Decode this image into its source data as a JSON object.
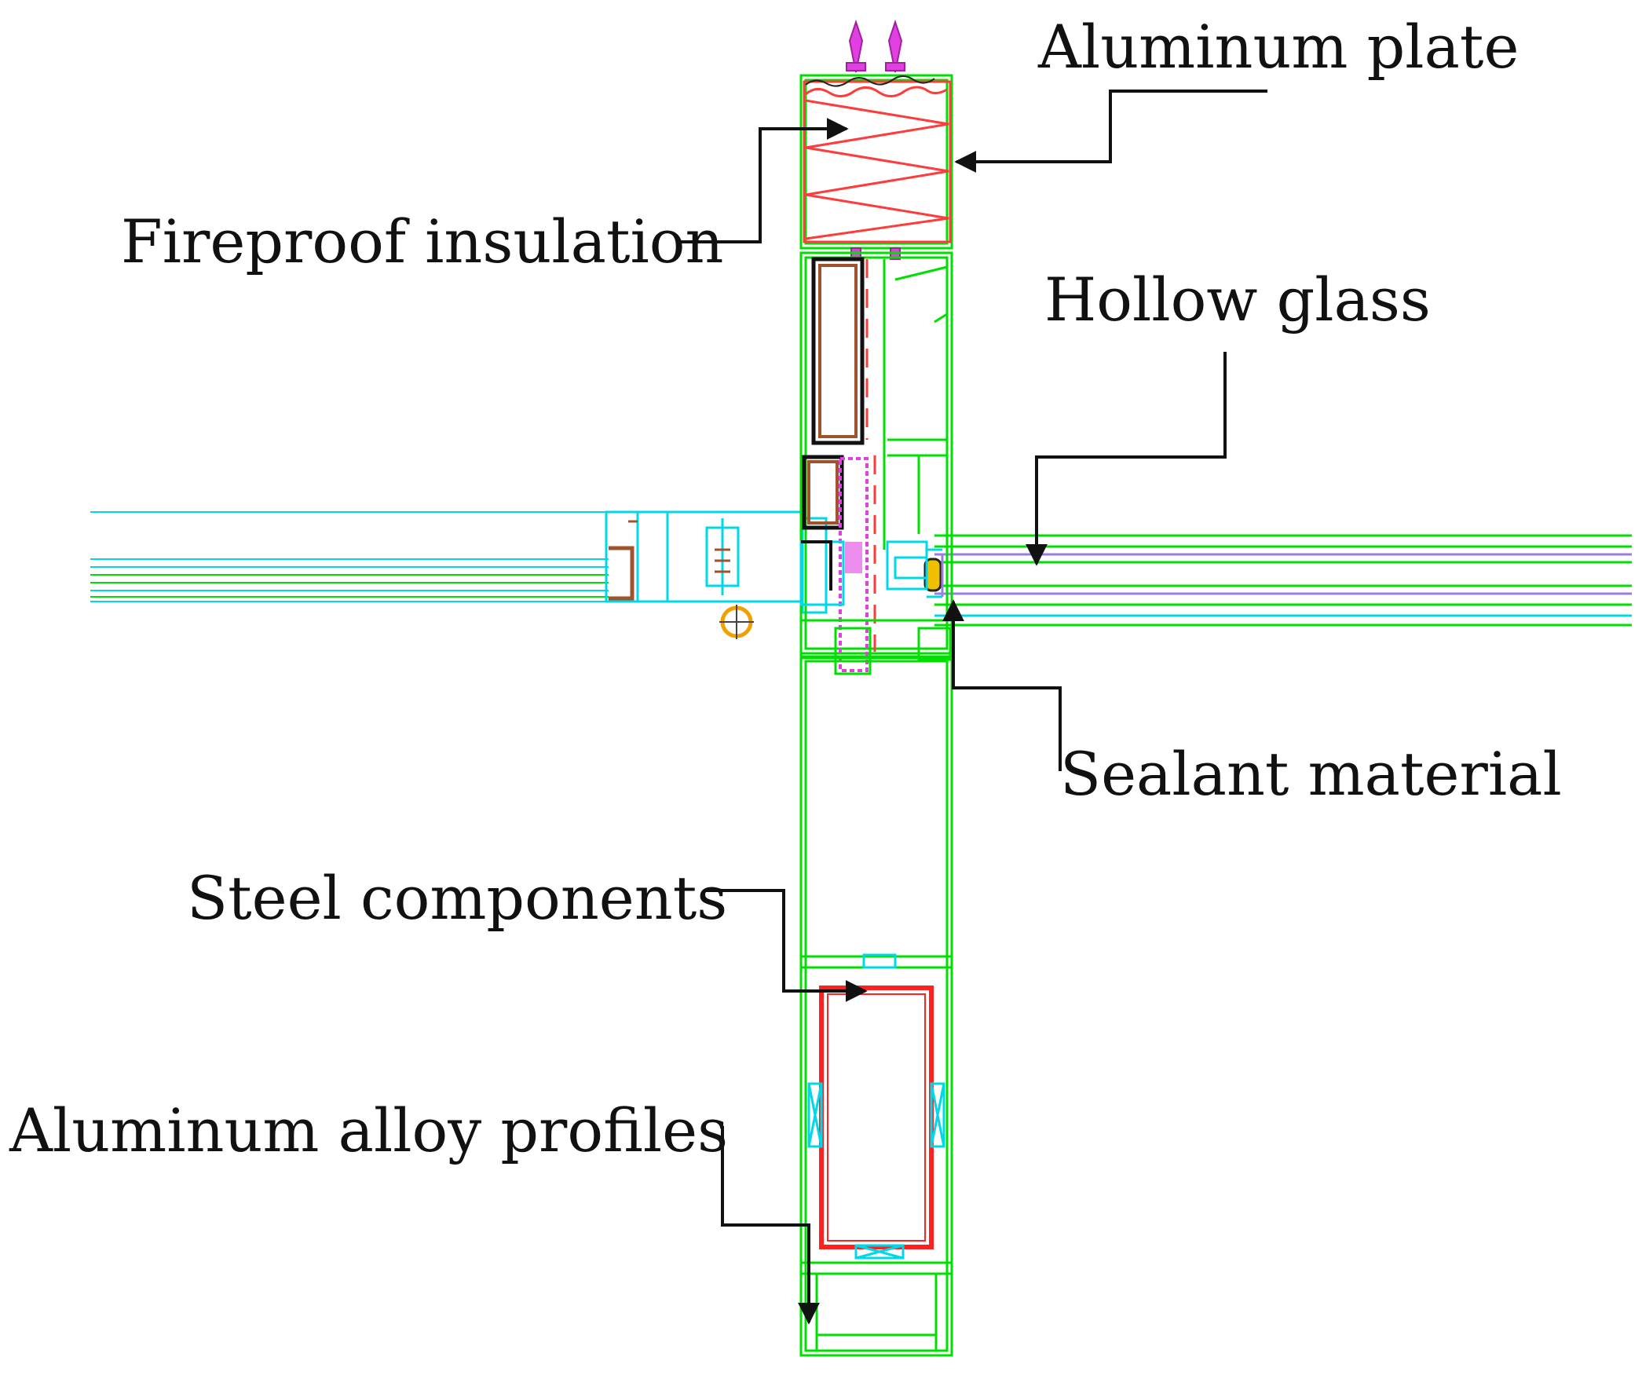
{
  "labels": {
    "aluminum_plate": "Aluminum plate",
    "fireproof_insulation": "Fireproof insulation",
    "hollow_glass": "Hollow glass",
    "sealant_material": "Sealant material",
    "steel_components": "Steel components",
    "aluminum_alloy_profiles": "Aluminum alloy profiles"
  },
  "colors": {
    "profile": "#00e000",
    "glass_left": "#00d8e8",
    "glass_purple": "#9a7de0",
    "insulation": "#ff3b3b",
    "steel": "#ff2020",
    "wood": "#a0522d",
    "magenta": "#e040e0",
    "leader": "#111111",
    "orange": "#f0a000"
  }
}
